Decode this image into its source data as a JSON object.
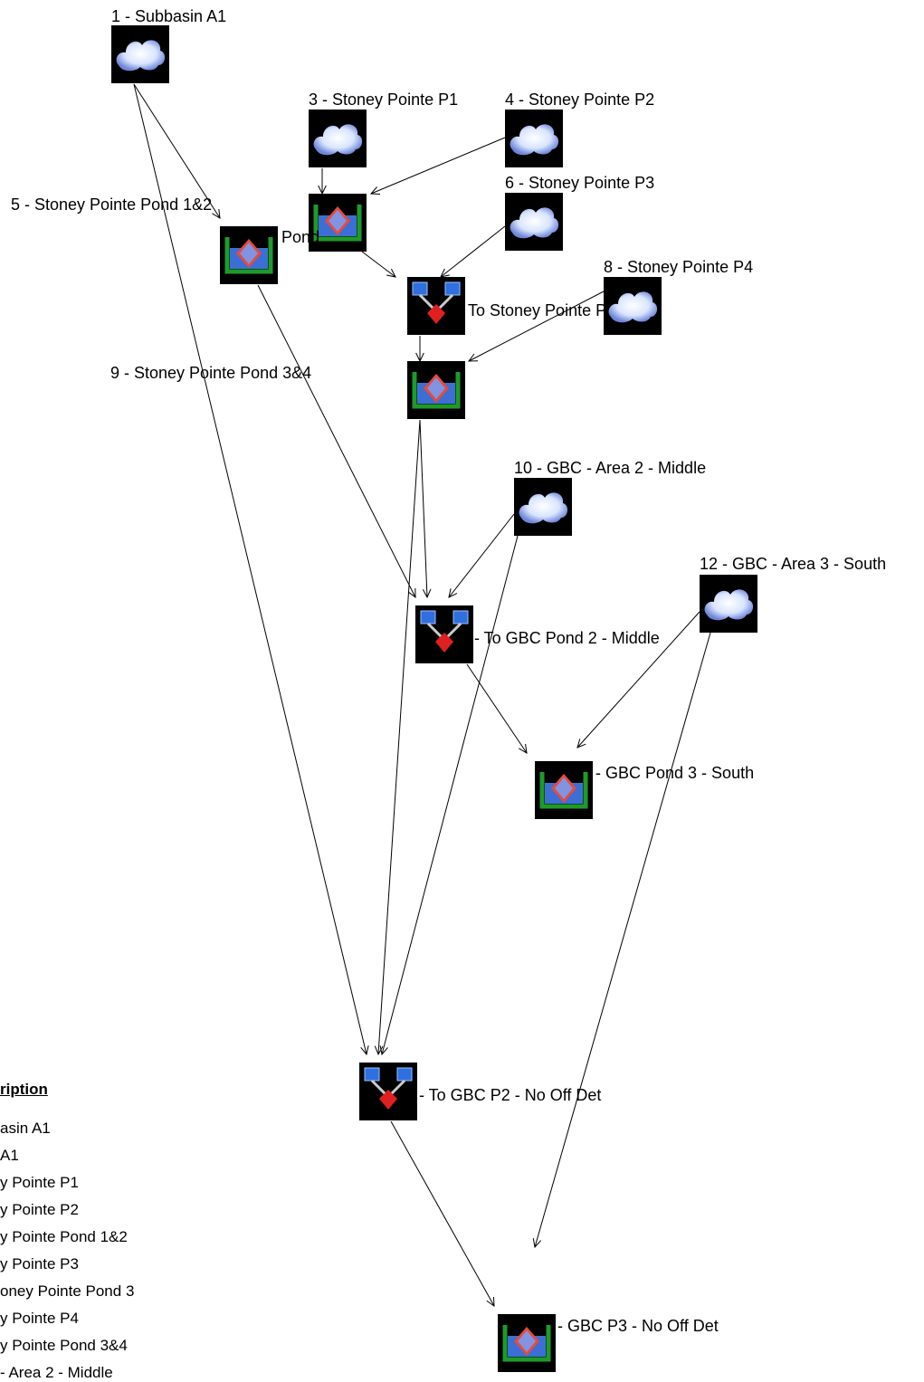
{
  "diagram": {
    "nodes": [
      {
        "id": "n1",
        "type": "subbasin",
        "label": "1 - Subbasin A1"
      },
      {
        "id": "n3",
        "type": "subbasin",
        "label": "3 - Stoney Pointe P1"
      },
      {
        "id": "n4",
        "type": "subbasin",
        "label": "4 - Stoney Pointe P2"
      },
      {
        "id": "n5",
        "type": "reservoir",
        "label": "5 - Stoney Pointe Pond 1&2"
      },
      {
        "id": "n2",
        "type": "reservoir",
        "label": "Pond"
      },
      {
        "id": "n6",
        "type": "subbasin",
        "label": "6 - Stoney Pointe P3"
      },
      {
        "id": "n7",
        "type": "junction",
        "label": "To Stoney Pointe Pond 3"
      },
      {
        "id": "n8",
        "type": "subbasin",
        "label": "8 - Stoney Pointe P4"
      },
      {
        "id": "n9",
        "type": "reservoir",
        "label": "9 - Stoney Pointe Pond 3&4"
      },
      {
        "id": "n10",
        "type": "subbasin",
        "label": "10 - GBC - Area 2 - Middle"
      },
      {
        "id": "n11",
        "type": "junction",
        "label": "- To GBC Pond 2 - Middle"
      },
      {
        "id": "n12",
        "type": "subbasin",
        "label": "12 - GBC - Area 3 - South"
      },
      {
        "id": "n13",
        "type": "reservoir",
        "label": "- GBC Pond 3 - South"
      },
      {
        "id": "n14",
        "type": "junction",
        "label": "- To GBC P2 - No Off Det"
      },
      {
        "id": "n15",
        "type": "reservoir",
        "label": "- GBC P3 - No Off Det"
      }
    ],
    "links": [
      {
        "from": "n1",
        "to": "n5"
      },
      {
        "from": "n1",
        "to": "n14"
      },
      {
        "from": "n3",
        "to": "n2"
      },
      {
        "from": "n4",
        "to": "n2"
      },
      {
        "from": "n2",
        "to": "n7"
      },
      {
        "from": "n6",
        "to": "n7"
      },
      {
        "from": "n7",
        "to": "n9"
      },
      {
        "from": "n8",
        "to": "n9"
      },
      {
        "from": "n5",
        "to": "n11"
      },
      {
        "from": "n9",
        "to": "n11"
      },
      {
        "from": "n9",
        "to": "n14"
      },
      {
        "from": "n10",
        "to": "n11"
      },
      {
        "from": "n10",
        "to": "n14"
      },
      {
        "from": "n11",
        "to": "n13"
      },
      {
        "from": "n12",
        "to": "n13"
      },
      {
        "from": "n12",
        "to": "n15"
      },
      {
        "from": "n14",
        "to": "n15"
      }
    ]
  },
  "legend": {
    "title": "ription",
    "items": [
      "asin A1",
      "A1",
      "y Pointe P1",
      "y Pointe P2",
      "y Pointe Pond 1&2",
      "y Pointe P3",
      "oney Pointe Pond 3",
      "y Pointe P4",
      "y Pointe Pond 3&4",
      "- Area 2 - Middle"
    ]
  }
}
